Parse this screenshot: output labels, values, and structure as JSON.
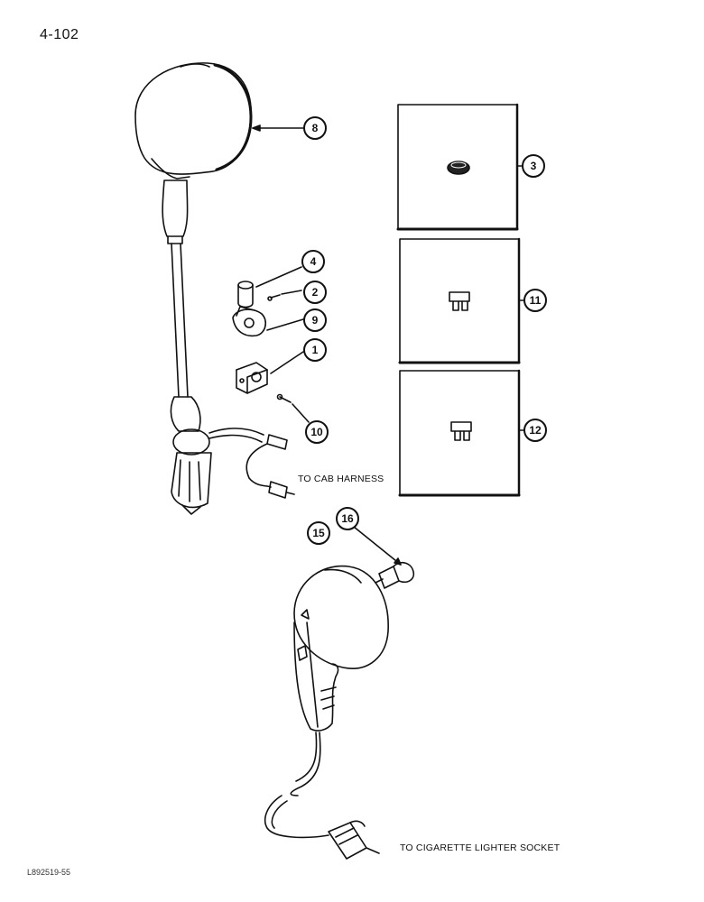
{
  "page": {
    "number": "4-102",
    "figure_code": "L892519-55"
  },
  "labels": {
    "cab_harness": "TO CAB HARNESS",
    "cigarette_socket": "TO CIGARETTE LIGHTER SOCKET"
  },
  "callouts": {
    "c8": "8",
    "c3": "3",
    "c4": "4",
    "c2": "2",
    "c9": "9",
    "c11": "11",
    "c1": "1",
    "c10": "10",
    "c12": "12",
    "c16": "16",
    "c15": "15"
  }
}
